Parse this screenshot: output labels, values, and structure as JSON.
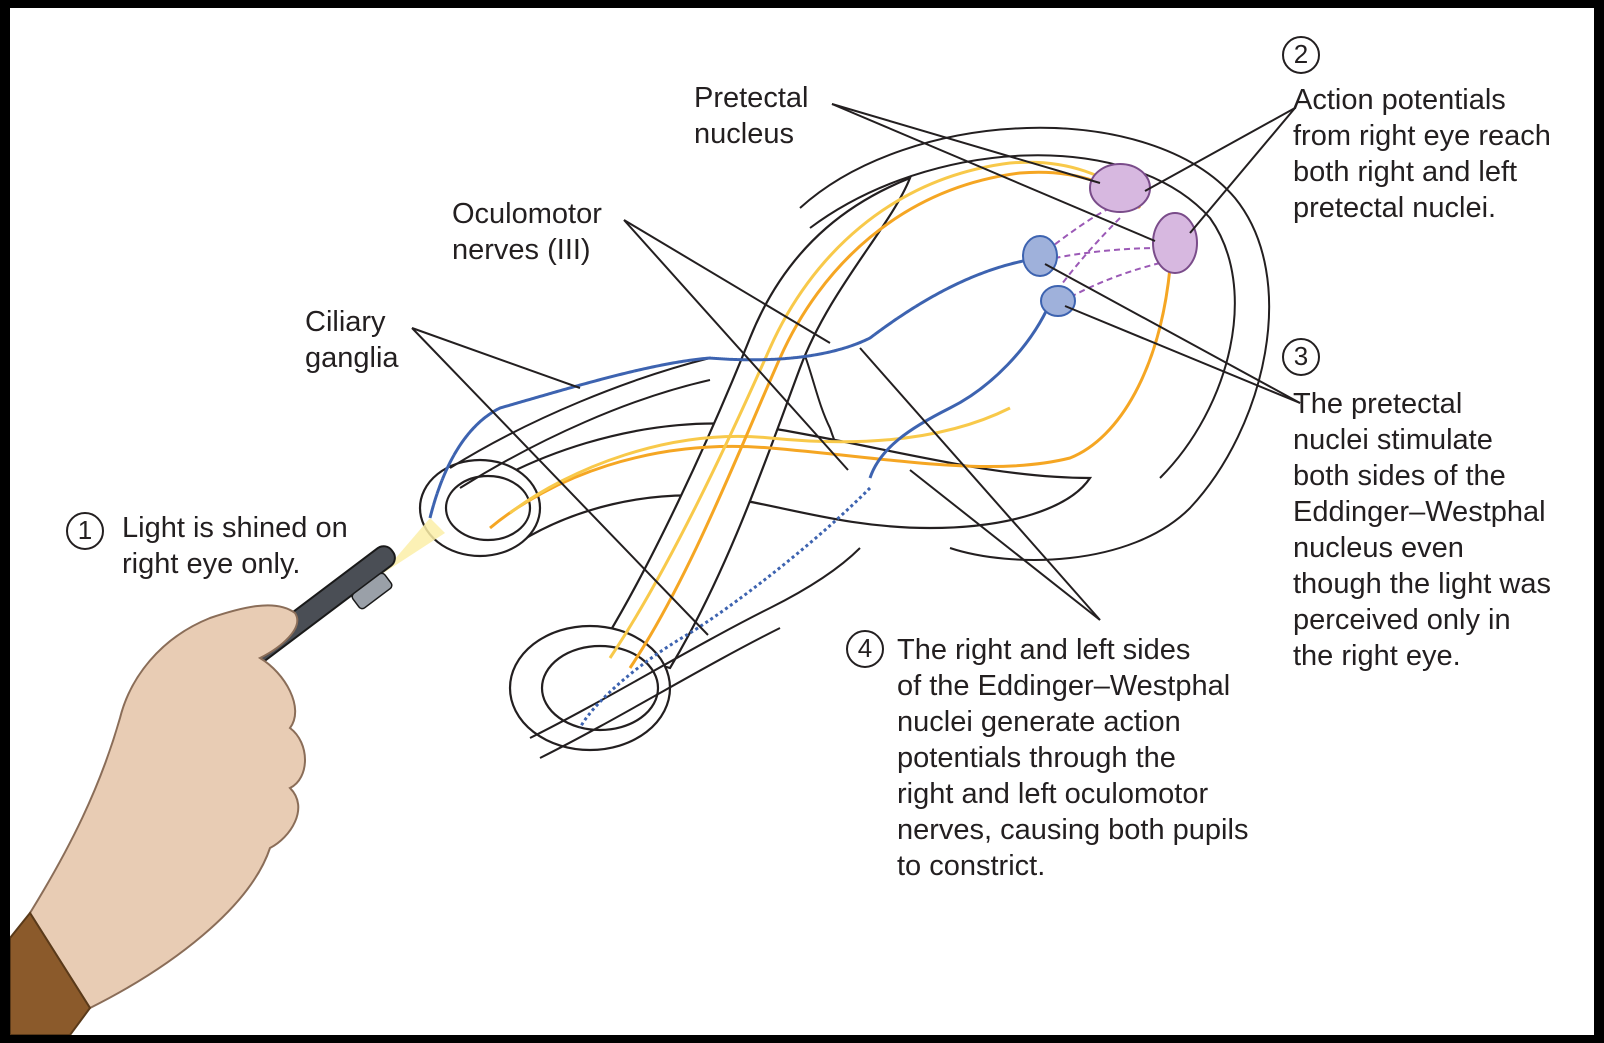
{
  "labels": {
    "pretectal": "Pretectal\nnucleus",
    "oculomotor": "Oculomotor\nnerves (III)",
    "ciliary": "Ciliary\nganglia"
  },
  "steps": [
    {
      "number": "1",
      "text": "Light is shined on\nright eye only."
    },
    {
      "number": "2",
      "text": "Action potentials\nfrom right eye reach\nboth right and left\npretectal nuclei."
    },
    {
      "number": "3",
      "text": "The pretectal\nnuclei stimulate\nboth sides of the\nEddinger–Westphal\nnucleus even\nthough the light was\nperceived only in\nthe right eye."
    },
    {
      "number": "4",
      "text": "The right and left sides\nof the Eddinger–Westphal\nnuclei generate action\npotentials through the\nright and left oculomotor\nnerves, causing both pupils\nto constrict."
    }
  ],
  "colors": {
    "sensory_pathway": "#f5a623",
    "sensory_pathway_light": "#f8c94a",
    "motor_pathway": "#3d63b0",
    "pretectal_nucleus": "#d7b8e0",
    "eddinger_westphal": "#9fb1db",
    "glove": "#e8ccb4",
    "outline": "#231f20"
  },
  "icons": [
    "penlight-icon",
    "gloved-hand-icon"
  ]
}
